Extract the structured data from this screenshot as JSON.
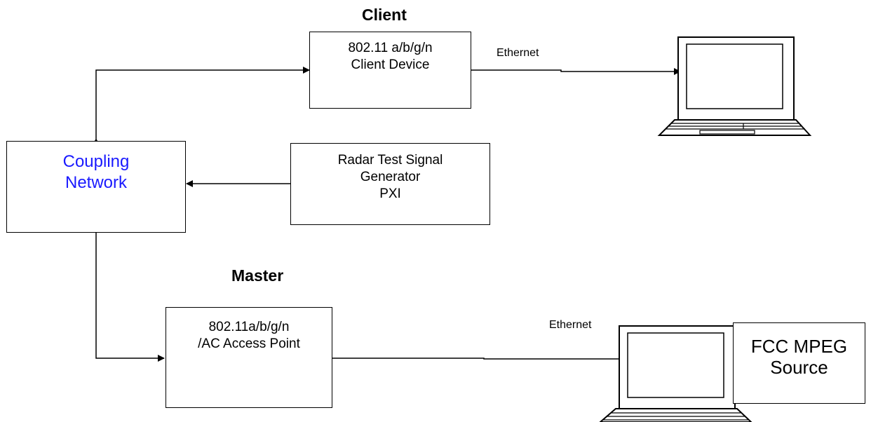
{
  "labels": {
    "client": "Client",
    "master": "Master",
    "ethernet_top": "Ethernet",
    "ethernet_bottom": "Ethernet"
  },
  "boxes": {
    "client_device": [
      "802.11 a/b/g/n",
      "Client Device"
    ],
    "coupling_network": [
      "Coupling",
      "Network"
    ],
    "radar_generator": [
      "Radar Test Signal",
      "Generator",
      "PXI"
    ],
    "access_point": [
      "802.11a/b/g/n",
      "/AC Access Point"
    ],
    "mpeg_source": [
      "FCC MPEG",
      "Source"
    ]
  },
  "colors": {
    "coupling_text": "#1a1aff",
    "line": "#000000"
  },
  "icons": {
    "laptop_top": "laptop-icon",
    "laptop_bottom": "laptop-icon"
  }
}
